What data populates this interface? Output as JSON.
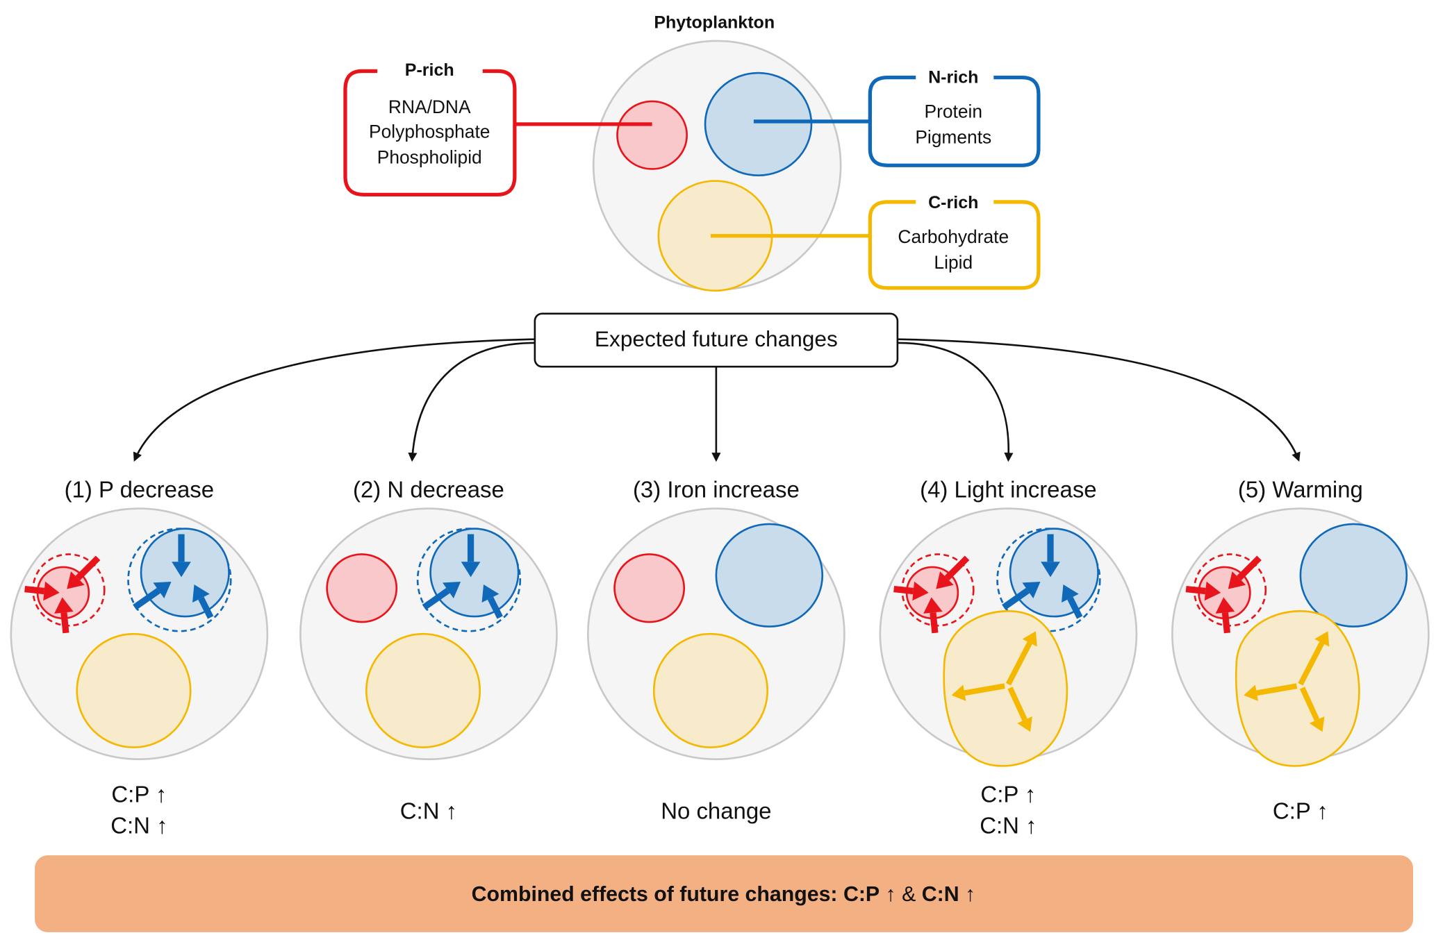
{
  "title": "Phytoplankton",
  "colors": {
    "p_rich": "#e8141b",
    "p_fill": "#f8c8ca",
    "n_rich": "#1068b8",
    "n_fill": "#c8dcec",
    "c_rich": "#f5b800",
    "c_fill": "#f8ebcb",
    "cell_fill": "#f5f5f5",
    "cell_stroke": "#c8c8c8",
    "summary_bg": "#f2b083"
  },
  "pools": {
    "p": {
      "heading": "P-rich",
      "lines": [
        "RNA/DNA",
        "Polyphosphate",
        "Phospholipid"
      ]
    },
    "n": {
      "heading": "N-rich",
      "lines": [
        "Protein",
        "Pigments"
      ]
    },
    "c": {
      "heading": "C-rich",
      "lines": [
        "Carbohydrate",
        "Lipid"
      ]
    }
  },
  "hub": {
    "label": "Expected future changes"
  },
  "scenarios": [
    {
      "label": "(1) P decrease",
      "effects": [
        "C:P ↑",
        "C:N ↑"
      ],
      "p_shrinks": true,
      "n_shrinks": true,
      "c_expands": false
    },
    {
      "label": "(2) N decrease",
      "effects": [
        "C:N ↑"
      ],
      "p_shrinks": false,
      "n_shrinks": true,
      "c_expands": false
    },
    {
      "label": "(3) Iron increase",
      "effects": [
        "No change"
      ],
      "p_shrinks": false,
      "n_shrinks": false,
      "c_expands": false
    },
    {
      "label": "(4) Light increase",
      "effects": [
        "C:P ↑",
        "C:N ↑"
      ],
      "p_shrinks": true,
      "n_shrinks": true,
      "c_expands": true
    },
    {
      "label": "(5) Warming",
      "effects": [
        "C:P ↑"
      ],
      "p_shrinks": true,
      "n_shrinks": false,
      "c_expands": true
    }
  ],
  "summary": {
    "prefix": "Combined effects of future changes: ",
    "part1": "C:P",
    "arrow1": " ↑ ",
    "amp": "& ",
    "part2": "C:N",
    "arrow2": " ↑"
  }
}
